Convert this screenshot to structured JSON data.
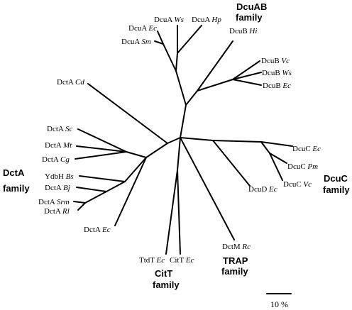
{
  "leaves": {
    "dcua_ws": {
      "gene": "DcuA",
      "species": "Ws"
    },
    "dcua_hp": {
      "gene": "DcuA",
      "species": "Hp"
    },
    "dcua_ec": {
      "gene": "DcuA",
      "species": "Ec"
    },
    "dcua_sm": {
      "gene": "DcuA",
      "species": "Sm"
    },
    "dcub_hi": {
      "gene": "DcuB",
      "species": "Hi"
    },
    "dcub_vc": {
      "gene": "DcuB",
      "species": "Vc"
    },
    "dcub_ws": {
      "gene": "DcuB",
      "species": "Ws"
    },
    "dcub_ec": {
      "gene": "DcuB",
      "species": "Ec"
    },
    "dcta_cd": {
      "gene": "DctA",
      "species": "Cd"
    },
    "dcta_sc": {
      "gene": "DctA",
      "species": "Sc"
    },
    "dcta_mt": {
      "gene": "DctA",
      "species": "Mt"
    },
    "dcta_cg": {
      "gene": "DctA",
      "species": "Cg"
    },
    "ydbh_bs": {
      "gene": "YdbH",
      "species": "Bs"
    },
    "dcta_bj": {
      "gene": "DctA",
      "species": "Bj"
    },
    "dcta_srm": {
      "gene": "DctA",
      "species": "Srm"
    },
    "dcta_rl": {
      "gene": "DctA",
      "species": "Rl"
    },
    "dcta_ec": {
      "gene": "DctA",
      "species": "Ec"
    },
    "ttdt_ec": {
      "gene": "TtdT",
      "species": "Ec"
    },
    "citt_ec": {
      "gene": "CitT",
      "species": "Ec"
    },
    "dctm_rc": {
      "gene": "DctM",
      "species": "Rc"
    },
    "dcuc_ec": {
      "gene": "DcuC",
      "species": "Ec"
    },
    "dcuc_pm": {
      "gene": "DcuC",
      "species": "Pm"
    },
    "dcuc_vc": {
      "gene": "DcuC",
      "species": "Vc"
    },
    "dcud_ec": {
      "gene": "DcuD",
      "species": "Ec"
    }
  },
  "families": {
    "dcuab": [
      "DcuAB",
      "family"
    ],
    "dcta": [
      "DctA",
      "family"
    ],
    "dcuc": [
      "DcuC",
      "family"
    ],
    "citt": [
      "CitT",
      "family"
    ],
    "trap": [
      "TRAP",
      "family"
    ]
  },
  "scale_bar": {
    "label": "10 %"
  }
}
